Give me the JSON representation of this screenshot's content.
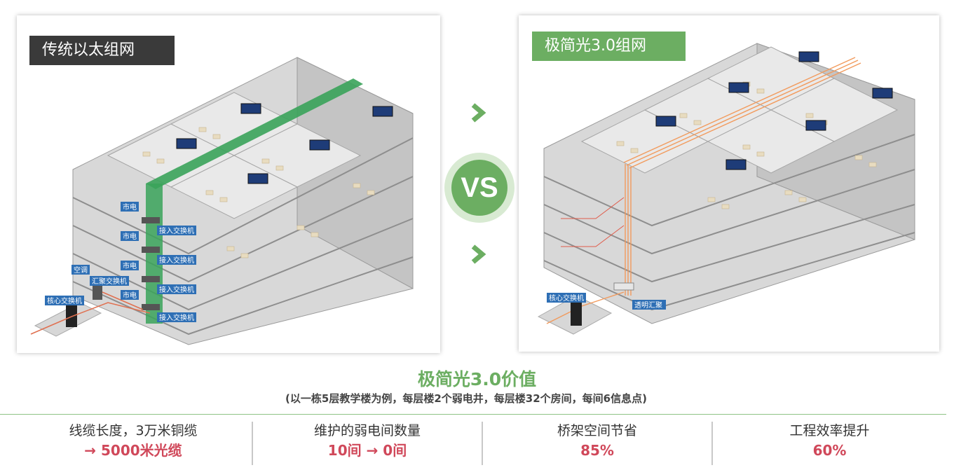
{
  "left_panel": {
    "title": "传统以太组网",
    "labels": {
      "mains_power": "市电",
      "access_switch": "接入交换机",
      "ac_power": "空调",
      "aggregation_switch": "汇聚交换机",
      "core_switch": "核心交换机"
    }
  },
  "right_panel": {
    "title": "极简光3.0组网",
    "labels": {
      "core_switch": "核心交换机",
      "transparent_convergence": "透明汇聚"
    }
  },
  "vs_label": "VS",
  "value_section": {
    "title": "极简光3.0价值",
    "note": "(以一栋5层教学楼为例，每层楼2个弱电井，每层楼32个房间，每间6信息点)",
    "metrics": [
      {
        "label": "线缆长度，3万米铜缆",
        "value": "→ 5000米光缆"
      },
      {
        "label": "维护的弱电间数量",
        "value": "10间 → 0间"
      },
      {
        "label": "桥架空间节省",
        "value": "85%"
      },
      {
        "label": "工程效率提升",
        "value": "60%"
      }
    ]
  },
  "colors": {
    "accent_green": "#6cae62",
    "value_red": "#d0485a",
    "dark_tag": "#3a3a3a",
    "cable_green": "#3aa35a",
    "fiber_orange": "#f29a5c"
  }
}
